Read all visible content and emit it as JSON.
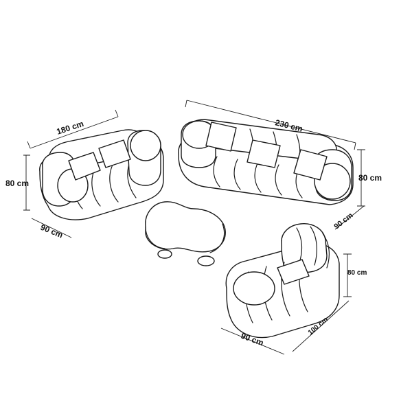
{
  "colors": {
    "line": "#1a1a1a",
    "background": "#ffffff"
  },
  "dimensions": {
    "loveseat": {
      "width": "180 cm",
      "height": "80 cm",
      "depth": "90 cm"
    },
    "sofa": {
      "width": "230 cm",
      "height": "80 cm",
      "depth": "90 cm"
    },
    "armchair": {
      "height": "80 cm",
      "depth": "100 cm",
      "width": "90 cm"
    }
  }
}
